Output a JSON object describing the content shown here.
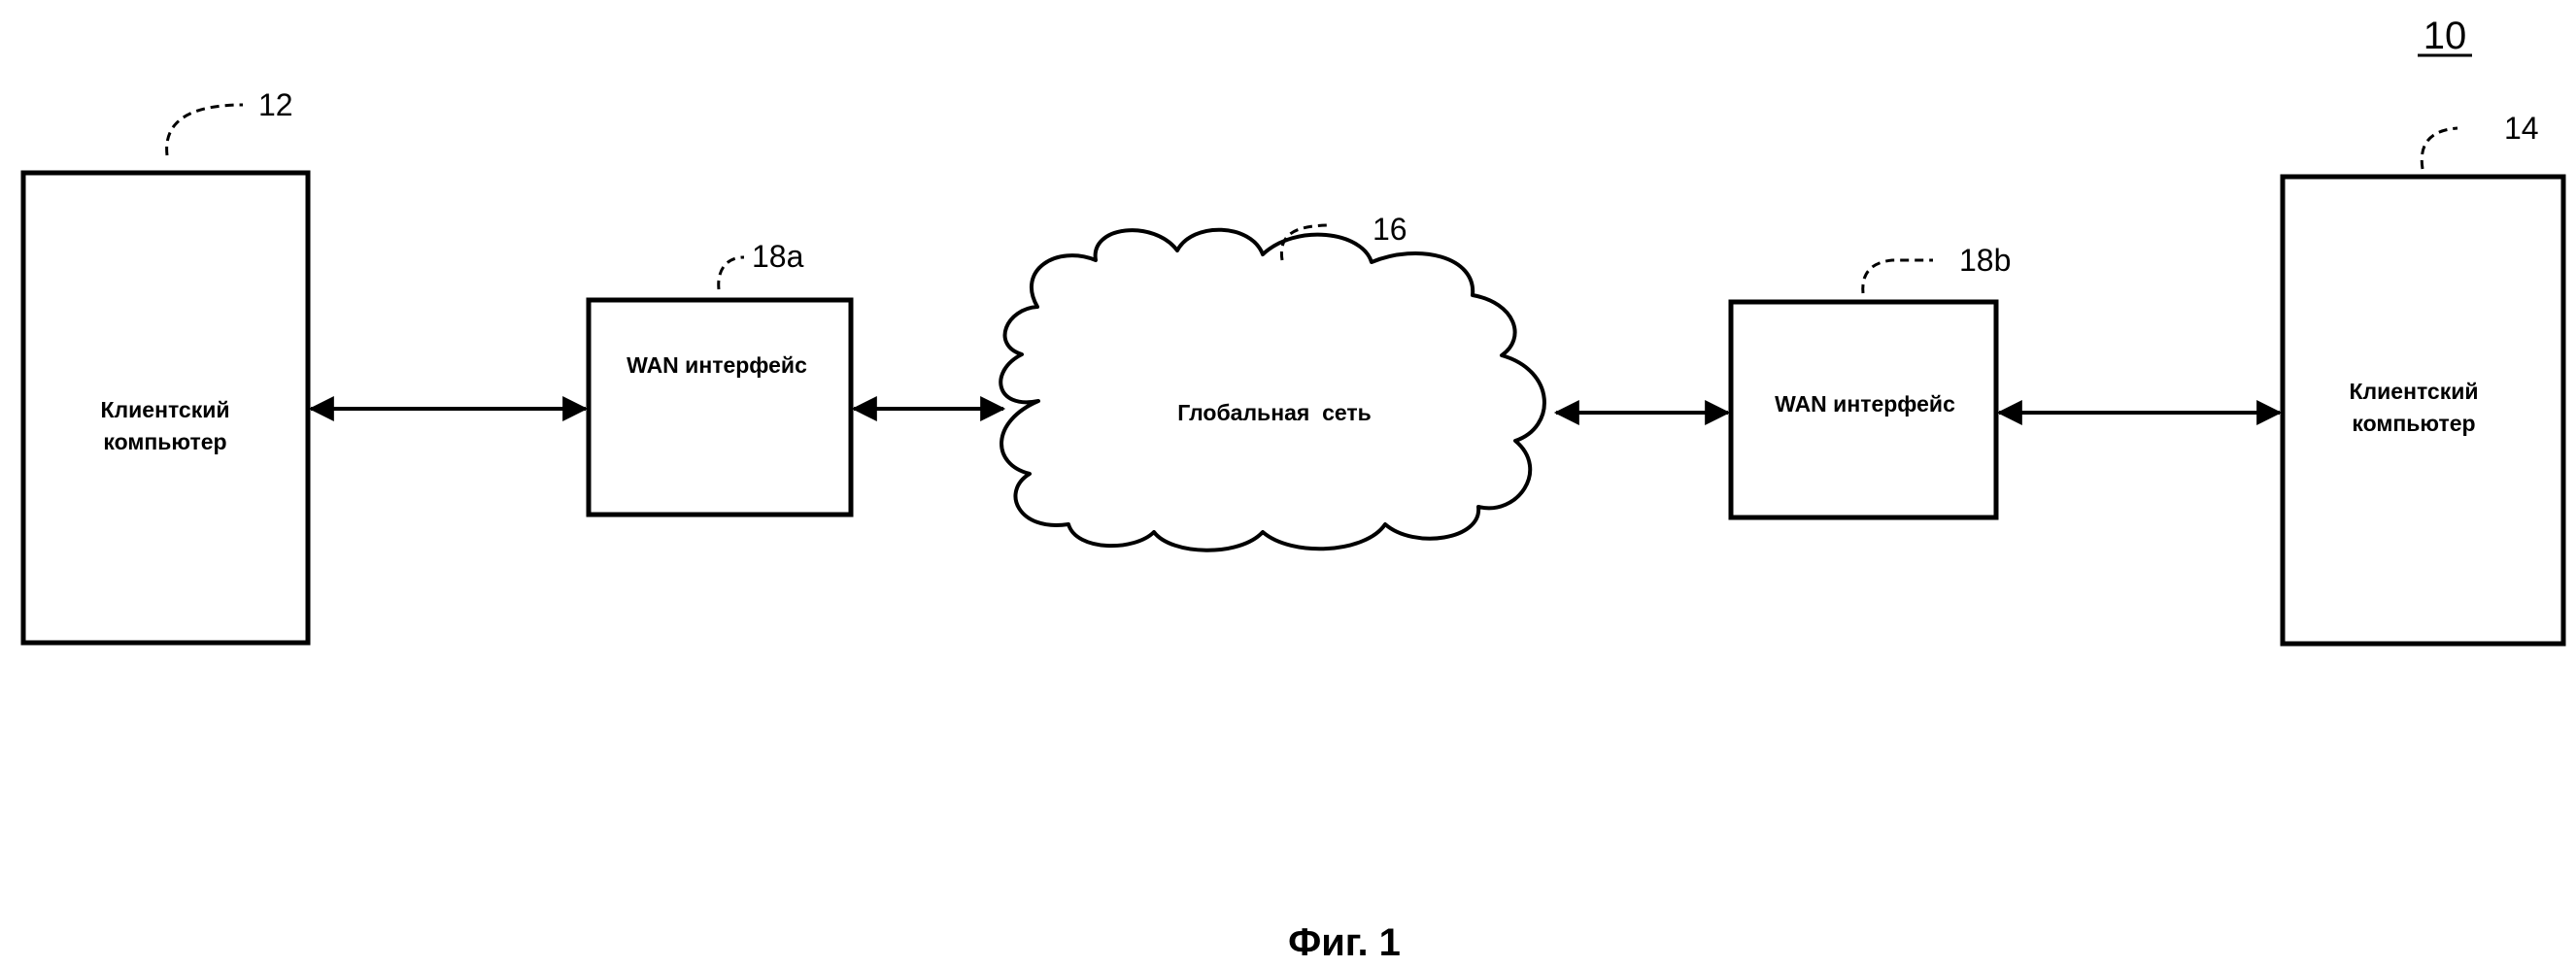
{
  "system_ref": "10",
  "figure_caption": "Фиг. 1",
  "client_left": {
    "ref": "12",
    "line1": "Клиентский",
    "line2": "компьютер"
  },
  "wan_left": {
    "ref": "18a",
    "label": "WAN интерфейс"
  },
  "network": {
    "ref": "16",
    "label": "Глобальная  сеть"
  },
  "wan_right": {
    "ref": "18b",
    "label": "WAN интерфейс"
  },
  "client_right": {
    "ref": "14",
    "line1": "Клиентский",
    "line2": "компьютер"
  }
}
